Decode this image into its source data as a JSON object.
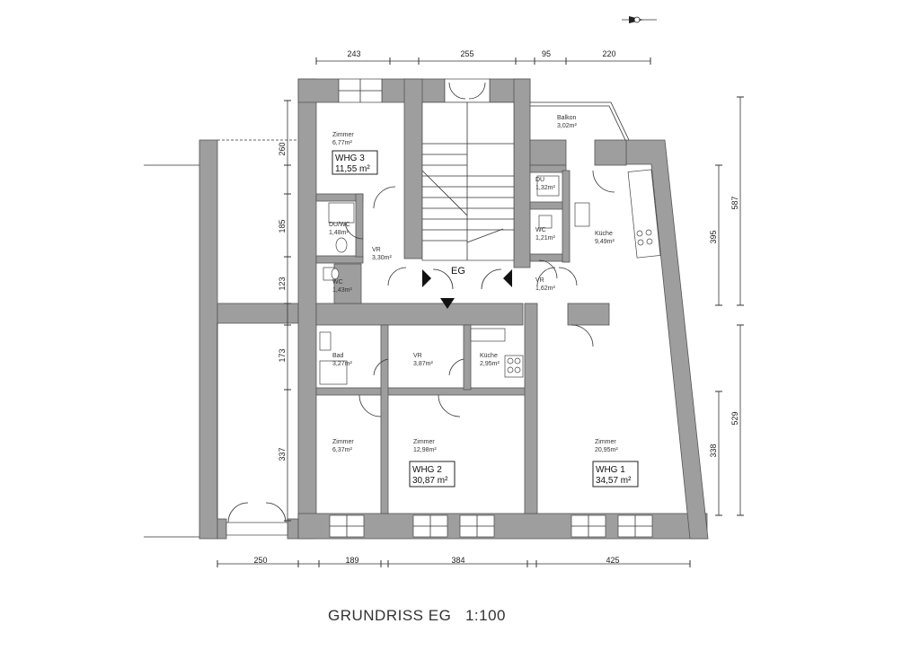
{
  "title": "GRUNDRISS EG   1:100",
  "floor_label": "EG",
  "rooms": {
    "zimmer_whg3": {
      "name": "Zimmer",
      "area": "6,77m²"
    },
    "balkon": {
      "name": "Balkon",
      "area": "3,02m²"
    },
    "du_whg1": {
      "name": "DU",
      "area": "1,32m²"
    },
    "du_wc_whg3": {
      "name": "DU/WC",
      "area": "1,48m²"
    },
    "wc_whg1": {
      "name": "WC",
      "area": "1,21m²"
    },
    "kueche_whg1": {
      "name": "Küche",
      "area": "9,49m²"
    },
    "vr_whg3": {
      "name": "VR",
      "area": "3,30m²"
    },
    "wc_whg3": {
      "name": "WC",
      "area": "1,43m²"
    },
    "vr_whg1": {
      "name": "VR",
      "area": "1,62m²"
    },
    "bad_whg2": {
      "name": "Bad",
      "area": "3,27m²"
    },
    "vr_whg2": {
      "name": "VR",
      "area": "3,87m²"
    },
    "kueche_whg2": {
      "name": "Küche",
      "area": "2,95m²"
    },
    "zimmer_small_whg2": {
      "name": "Zimmer",
      "area": "6,37m²"
    },
    "zimmer_whg2": {
      "name": "Zimmer",
      "area": "12,98m²"
    },
    "zimmer_whg1": {
      "name": "Zimmer",
      "area": "20,95m²"
    }
  },
  "apartments": {
    "whg3": {
      "label": "WHG 3",
      "area": "11,55 m²"
    },
    "whg2": {
      "label": "WHG 2",
      "area": "30,87 m²"
    },
    "whg1": {
      "label": "WHG 1",
      "area": "34,57 m²"
    }
  },
  "dimensions": {
    "top": [
      "243",
      "255",
      "95",
      "220"
    ],
    "bottom": [
      "250",
      "189",
      "384",
      "425"
    ],
    "left": [
      "260",
      "185",
      "123",
      "173",
      "337"
    ],
    "right_inner": [
      "395",
      "338"
    ],
    "right_outer": [
      "587",
      "529"
    ]
  }
}
